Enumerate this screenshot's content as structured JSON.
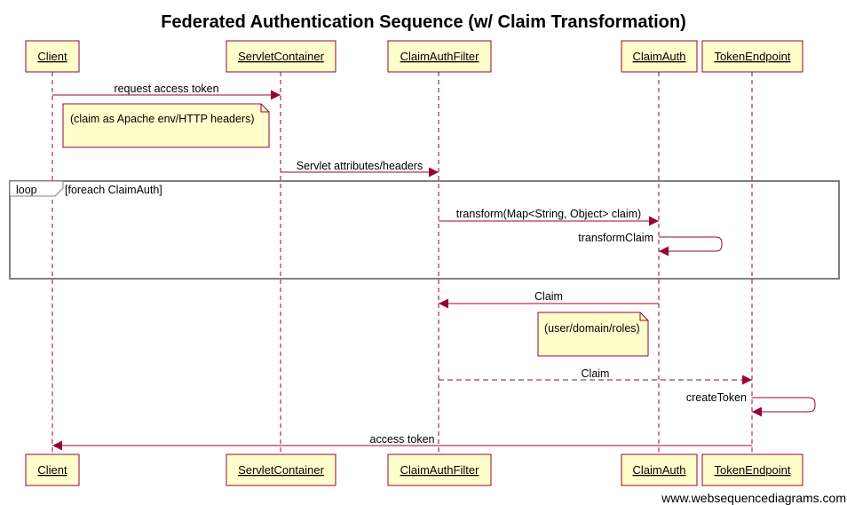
{
  "title": "Federated Authentication Sequence (w/ Claim Transformation)",
  "colors": {
    "box_fill": "#ffffcc",
    "box_border": "#990033",
    "arrow": "#990033",
    "frame": "#808080",
    "text": "#000000"
  },
  "participants": [
    {
      "id": "client",
      "label": "Client"
    },
    {
      "id": "servlet_container",
      "label": "ServletContainer"
    },
    {
      "id": "claim_auth_filter",
      "label": "ClaimAuthFilter"
    },
    {
      "id": "claim_auth",
      "label": "ClaimAuth"
    },
    {
      "id": "token_endpoint",
      "label": "TokenEndpoint"
    }
  ],
  "messages": [
    {
      "id": "m1",
      "from": "client",
      "to": "servlet_container",
      "label": "request access token",
      "style": "solid"
    },
    {
      "id": "m2",
      "from": "servlet_container",
      "to": "claim_auth_filter",
      "label": "Servlet attributes/headers",
      "style": "solid"
    },
    {
      "id": "m3",
      "from": "claim_auth_filter",
      "to": "claim_auth",
      "label": "transform(Map<String, Object> claim)",
      "style": "solid"
    },
    {
      "id": "m4",
      "from": "claim_auth",
      "to": "claim_auth",
      "label": "transformClaim",
      "style": "solid"
    },
    {
      "id": "m5",
      "from": "claim_auth",
      "to": "claim_auth_filter",
      "label": "Claim",
      "style": "solid"
    },
    {
      "id": "m6",
      "from": "claim_auth_filter",
      "to": "token_endpoint",
      "label": "Claim",
      "style": "dashed"
    },
    {
      "id": "m7",
      "from": "token_endpoint",
      "to": "token_endpoint",
      "label": "createToken",
      "style": "solid"
    },
    {
      "id": "m8",
      "from": "token_endpoint",
      "to": "client",
      "label": "access token",
      "style": "solid"
    }
  ],
  "notes": [
    {
      "id": "n1",
      "text": "(claim as Apache env/HTTP headers)"
    },
    {
      "id": "n2",
      "text": "(user/domain/roles)"
    }
  ],
  "loop": {
    "keyword": "loop",
    "condition": "[foreach ClaimAuth]"
  },
  "watermark": "www.websequencediagrams.com"
}
